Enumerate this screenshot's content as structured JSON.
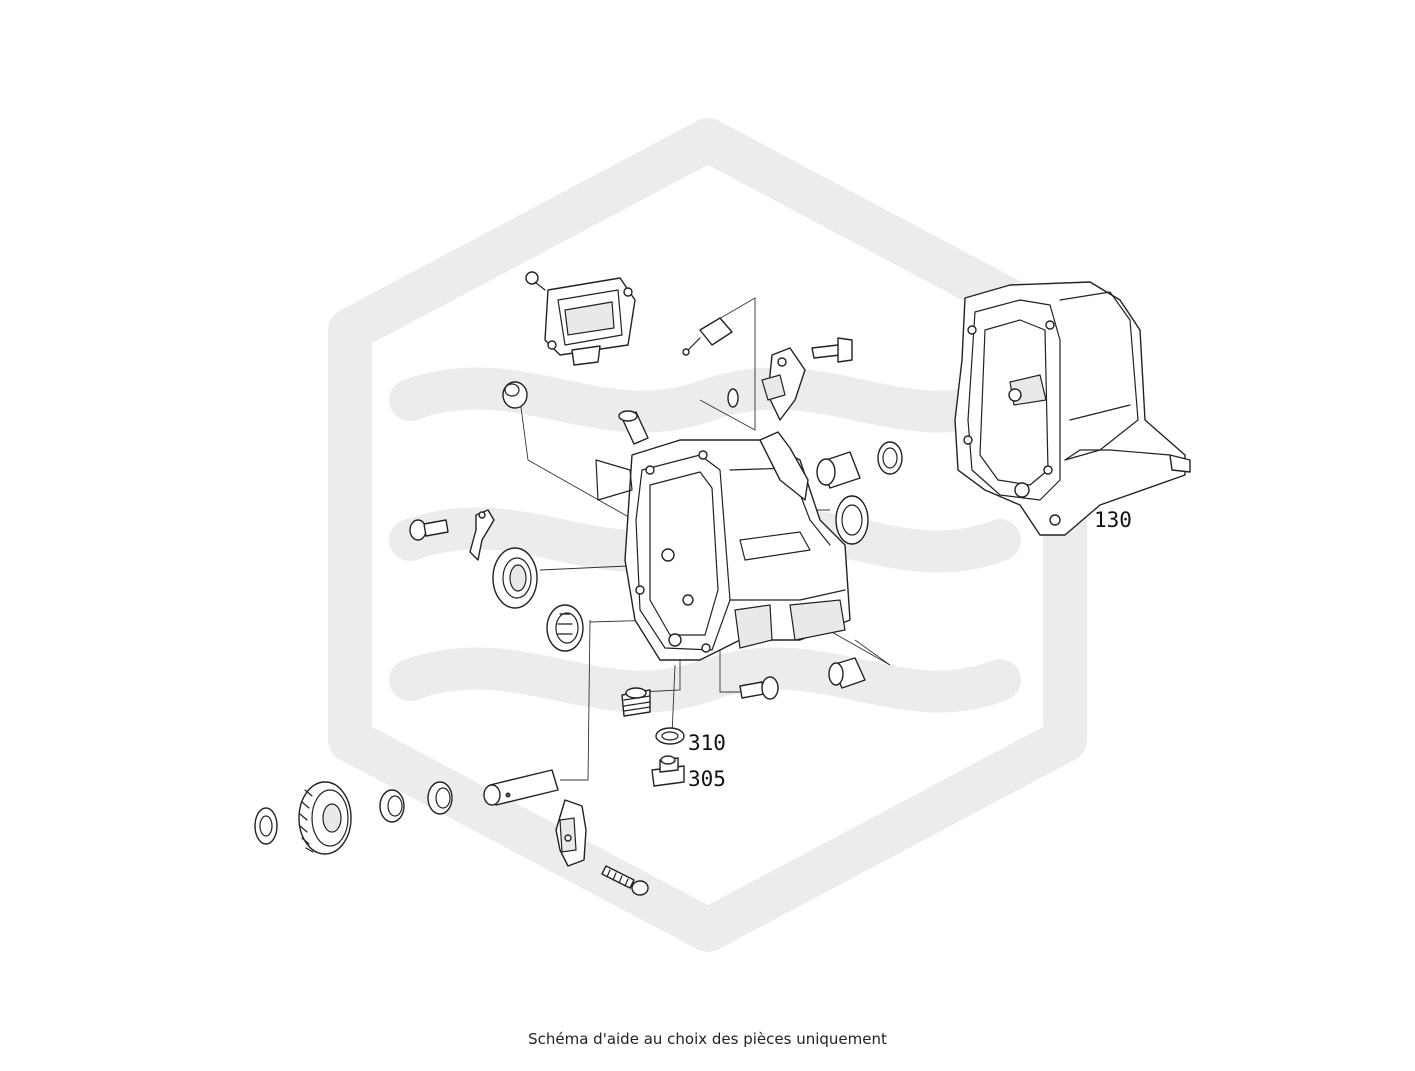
{
  "diagram": {
    "callouts": [
      {
        "id": "130",
        "label": "130"
      },
      {
        "id": "310",
        "label": "310"
      },
      {
        "id": "305",
        "label": "305"
      }
    ]
  },
  "caption": "Schéma d'aide au choix des pièces uniquement",
  "colors": {
    "watermark": "#ececec",
    "line": "#222222",
    "background": "#ffffff"
  }
}
